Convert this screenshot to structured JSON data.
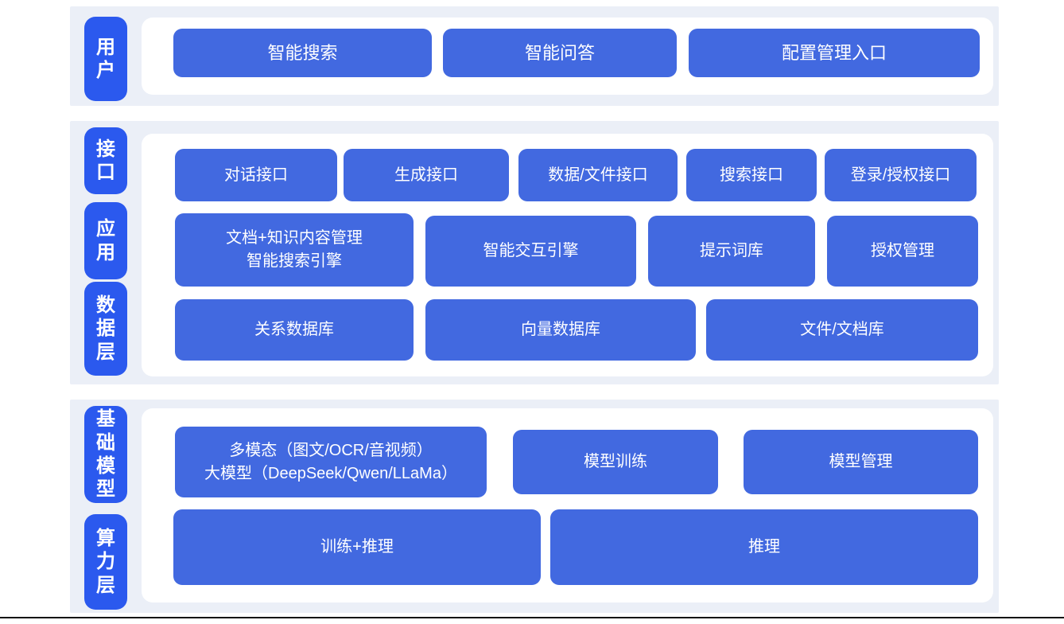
{
  "colors": {
    "page_bg": "#ffffff",
    "section_bg": "#ebeff7",
    "panel_bg": "#ffffff",
    "layer_label_bg": "#2b59ee",
    "block_bg": "#4269e0",
    "text": "#ffffff",
    "divider": "#121212"
  },
  "sections": [
    {
      "name": "user-layer",
      "labels": [
        {
          "text": "用户"
        }
      ],
      "rows": [
        {
          "items": [
            {
              "text": "智能搜索"
            },
            {
              "text": "智能问答"
            },
            {
              "text": "配置管理入口"
            }
          ]
        }
      ]
    },
    {
      "name": "interface-application-data-layer",
      "labels": [
        {
          "text": "接口"
        },
        {
          "text": "应用"
        },
        {
          "text": "数据层"
        }
      ],
      "rows": [
        {
          "items": [
            {
              "text": "对话接口"
            },
            {
              "text": "生成接口"
            },
            {
              "text": "数据/文件接口"
            },
            {
              "text": "搜索接口"
            },
            {
              "text": "登录/授权接口"
            }
          ]
        },
        {
          "items": [
            {
              "text": "文档+知识内容管理\n智能搜索引擎"
            },
            {
              "text": "智能交互引擎"
            },
            {
              "text": "提示词库"
            },
            {
              "text": "授权管理"
            }
          ]
        },
        {
          "items": [
            {
              "text": "关系数据库"
            },
            {
              "text": "向量数据库"
            },
            {
              "text": "文件/文档库"
            }
          ]
        }
      ]
    },
    {
      "name": "foundation-compute-layer",
      "labels": [
        {
          "text": "基础模型"
        },
        {
          "text": "算力层"
        }
      ],
      "rows": [
        {
          "items": [
            {
              "text": "多模态（图文/OCR/音视频）\n大模型（DeepSeek/Qwen/LLaMa）"
            },
            {
              "text": "模型训练"
            },
            {
              "text": "模型管理"
            }
          ]
        },
        {
          "items": [
            {
              "text": "训练+推理"
            },
            {
              "text": "推理"
            }
          ]
        }
      ]
    }
  ]
}
